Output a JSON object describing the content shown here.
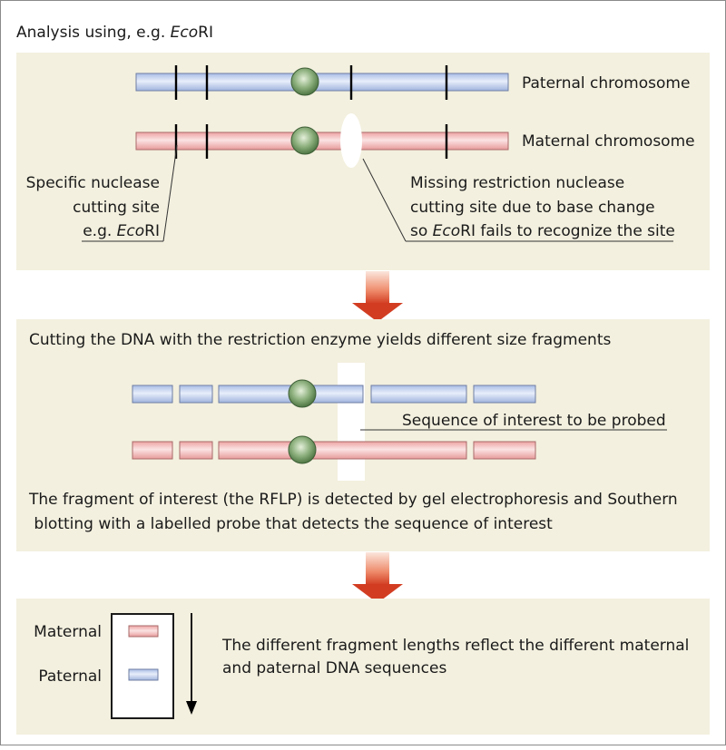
{
  "header": {
    "prefix": "Analysis using, e.g. ",
    "enzyme_italic": "Eco",
    "enzyme_roman": "RI"
  },
  "panel1": {
    "paternal_label": "Paternal chromosome",
    "maternal_label": "Maternal chromosome",
    "left_note": {
      "line1": "Specific nuclease",
      "line2": "cutting site",
      "line3_prefix": "e.g. ",
      "line3_italic": "Eco",
      "line3_roman": "RI"
    },
    "right_note": {
      "line1": "Missing restriction nuclease",
      "line2": "cutting site due to base change",
      "line3_prefix": "so ",
      "line3_italic": "Eco",
      "line3_roman": "RI fails to recognize the site"
    }
  },
  "panel2": {
    "title": "Cutting the DNA with the restriction enzyme yields different size fragments",
    "probe_label": "Sequence of interest to be probed",
    "note_line1": "The fragment of interest  (the RFLP) is detected by gel electrophoresis and Southern",
    "note_line2": " blotting with a labelled probe that detects the sequence of interest"
  },
  "panel3": {
    "maternal_label": "Maternal",
    "paternal_label": "Paternal",
    "text_line1": "The different fragment lengths reflect the different maternal",
    "text_line2": "and paternal DNA sequences"
  },
  "colors": {
    "panel_bg": "#f3f0df",
    "paternal": "#b9c9e8",
    "maternal": "#f2b4b4",
    "centromere": "#5f8a54",
    "arrow": "#d8492b"
  }
}
